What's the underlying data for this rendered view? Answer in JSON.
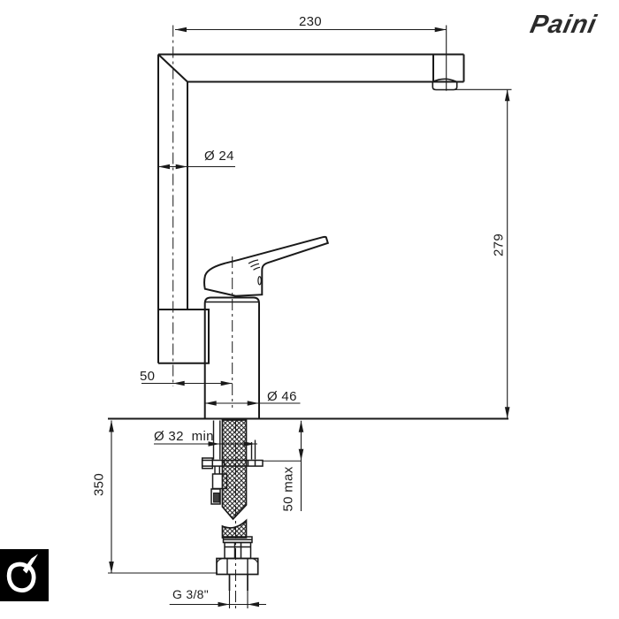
{
  "brand": {
    "name": "Paini"
  },
  "drawing": {
    "type": "faucet installation technical drawing",
    "dimensions": {
      "spout_reach": "230",
      "spout_tube_diameter": "Ø 24",
      "spout_height": "279",
      "axis_offset": "50",
      "body_diameter": "Ø 46",
      "hole_diameter_min": "Ø 32  min",
      "deck_thickness_max": "50 max",
      "hose_length_below_deck": "350",
      "supply_thread": "G 3/8\""
    }
  },
  "colors": {
    "line": "#1a1a1a",
    "background": "#ffffff",
    "logo_background": "#000000",
    "logo_glyph": "#ffffff"
  }
}
